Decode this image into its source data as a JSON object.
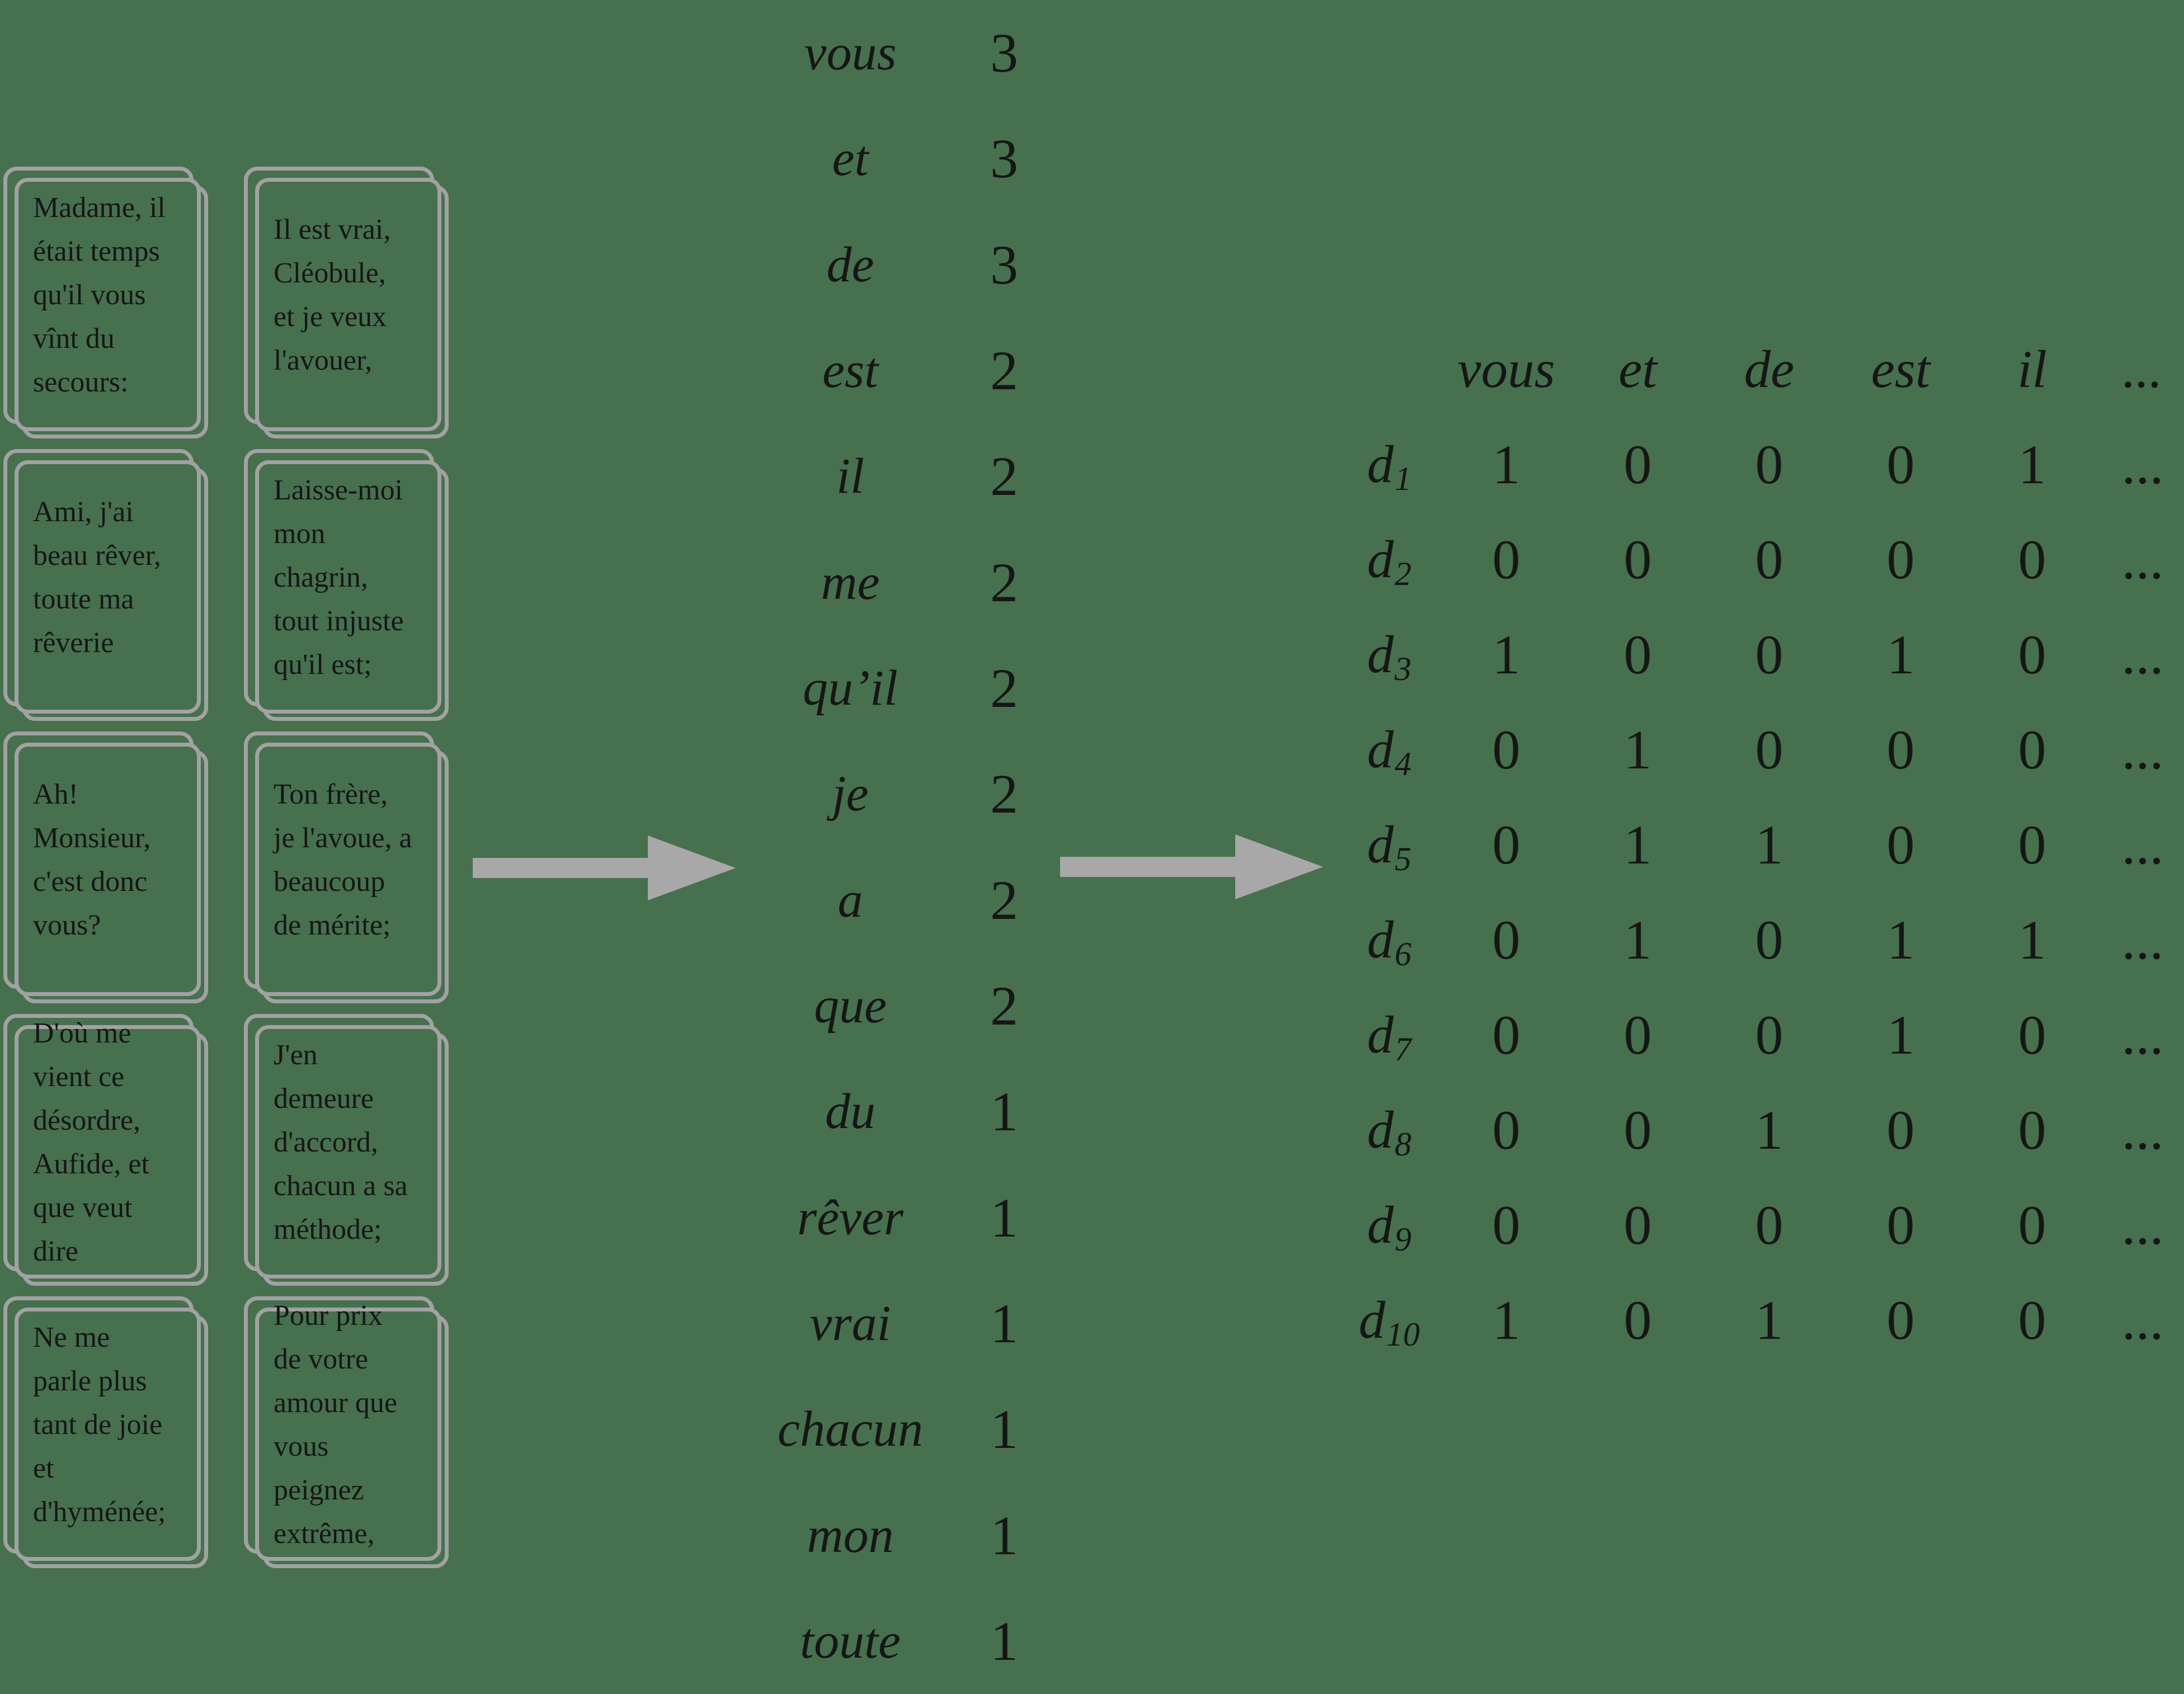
{
  "colors": {
    "background": "#47704e",
    "card_border": "#a2a2a2",
    "arrow": "#a8a8a8",
    "text": "#161616"
  },
  "cards": [
    {
      "text": "Madame, il\nétait temps\nqu'il vous\nvînt du\nsecours:"
    },
    {
      "text": "Il est vrai,\nCléobule,\net je veux\nl'avouer,"
    },
    {
      "text": "Ami, j'ai\nbeau rêver,\ntoute ma\nrêverie"
    },
    {
      "text": "Laisse-moi\nmon\nchagrin,\ntout injuste\nqu'il est;"
    },
    {
      "text": "Ah!\nMonsieur,\nc'est donc\nvous?"
    },
    {
      "text": "Ton frère,\nje l'avoue, a\nbeaucoup\nde mérite;"
    },
    {
      "text": "D'où me\nvient ce\ndésordre,\nAufide, et\nque veut\ndire"
    },
    {
      "text": "J'en\ndemeure\nd'accord,\nchacun a sa\nméthode;"
    },
    {
      "text": "Ne me\nparle plus\ntant de joie\net\nd'hyménée;"
    },
    {
      "text": "Pour prix\nde votre\namour que\nvous\npeignez\nextrême,"
    }
  ],
  "word_counts": [
    {
      "word": "vous",
      "count": "3"
    },
    {
      "word": "et",
      "count": "3"
    },
    {
      "word": "de",
      "count": "3"
    },
    {
      "word": "est",
      "count": "2"
    },
    {
      "word": "il",
      "count": "2"
    },
    {
      "word": "me",
      "count": "2"
    },
    {
      "word": "qu’il",
      "count": "2"
    },
    {
      "word": "je",
      "count": "2"
    },
    {
      "word": "a",
      "count": "2"
    },
    {
      "word": "que",
      "count": "2"
    },
    {
      "word": "du",
      "count": "1"
    },
    {
      "word": "rêver",
      "count": "1"
    },
    {
      "word": "vrai",
      "count": "1"
    },
    {
      "word": "chacun",
      "count": "1"
    },
    {
      "word": "mon",
      "count": "1"
    },
    {
      "word": "toute",
      "count": "1"
    }
  ],
  "matrix": {
    "columns": [
      "vous",
      "et",
      "de",
      "est",
      "il",
      "..."
    ],
    "rows": [
      {
        "label": "d",
        "sub": "1",
        "values": [
          "1",
          "0",
          "0",
          "0",
          "1",
          "..."
        ]
      },
      {
        "label": "d",
        "sub": "2",
        "values": [
          "0",
          "0",
          "0",
          "0",
          "0",
          "..."
        ]
      },
      {
        "label": "d",
        "sub": "3",
        "values": [
          "1",
          "0",
          "0",
          "1",
          "0",
          "..."
        ]
      },
      {
        "label": "d",
        "sub": "4",
        "values": [
          "0",
          "1",
          "0",
          "0",
          "0",
          "..."
        ]
      },
      {
        "label": "d",
        "sub": "5",
        "values": [
          "0",
          "1",
          "1",
          "0",
          "0",
          "..."
        ]
      },
      {
        "label": "d",
        "sub": "6",
        "values": [
          "0",
          "1",
          "0",
          "1",
          "1",
          "..."
        ]
      },
      {
        "label": "d",
        "sub": "7",
        "values": [
          "0",
          "0",
          "0",
          "1",
          "0",
          "..."
        ]
      },
      {
        "label": "d",
        "sub": "8",
        "values": [
          "0",
          "0",
          "1",
          "0",
          "0",
          "..."
        ]
      },
      {
        "label": "d",
        "sub": "9",
        "values": [
          "0",
          "0",
          "0",
          "0",
          "0",
          "..."
        ]
      },
      {
        "label": "d",
        "sub": "10",
        "values": [
          "1",
          "0",
          "1",
          "0",
          "0",
          "..."
        ]
      }
    ]
  }
}
